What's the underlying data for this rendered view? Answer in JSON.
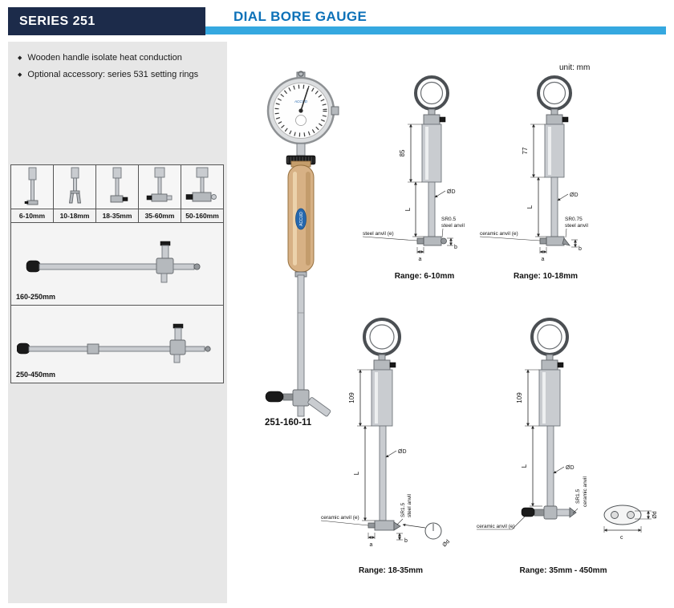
{
  "header": {
    "series": "SERIES 251",
    "title": "DIAL BORE GAUGE"
  },
  "features": [
    "Wooden handle isolate heat conduction",
    "Optional accessory: series 531 setting rings"
  ],
  "probe_table": {
    "small_ranges": [
      "6-10mm",
      "10-18mm",
      "18-35mm",
      "35-60mm",
      "50-160mm"
    ],
    "large_ranges": [
      "160-250mm",
      "250-450mm"
    ]
  },
  "product": {
    "model": "251-160-11",
    "brand": "ACCUD"
  },
  "unit_note": "unit: mm",
  "diagrams": [
    {
      "range": "Range: 6-10mm",
      "height": "85",
      "diameter": "ØD",
      "length": "L",
      "tip": "SR0.5",
      "tip_anvil": "steel anvil",
      "fixed_anvil": "steel anvil (e)",
      "a": "a",
      "b": "b"
    },
    {
      "range": "Range: 10-18mm",
      "height": "77",
      "diameter": "ØD",
      "length": "L",
      "tip": "SR0.75",
      "tip_anvil": "steel anvil",
      "fixed_anvil": "ceramic anvil (e)",
      "a": "a",
      "b": "b"
    },
    {
      "range": "Range: 18-35mm",
      "height": "109",
      "diameter": "ØD",
      "length": "L",
      "tip": "SR1.5",
      "tip_anvil": "steel anvil",
      "fixed_anvil": "ceramic anvil (e)",
      "a": "a",
      "b": "b",
      "small_d": "Ød"
    },
    {
      "range": "Range: 35mm - 450mm",
      "height": "109",
      "diameter": "ØD",
      "length": "L",
      "tip": "SR1.5",
      "tip_anvil": "ceramic anvil",
      "fixed_anvil": "ceramic anvil (e)",
      "small_d": "Ød",
      "c": "c"
    }
  ],
  "colors": {
    "navy": "#1c2b4a",
    "blue": "#0d71b8",
    "cyan": "#35a8e0",
    "panel": "#e7e7e7"
  }
}
